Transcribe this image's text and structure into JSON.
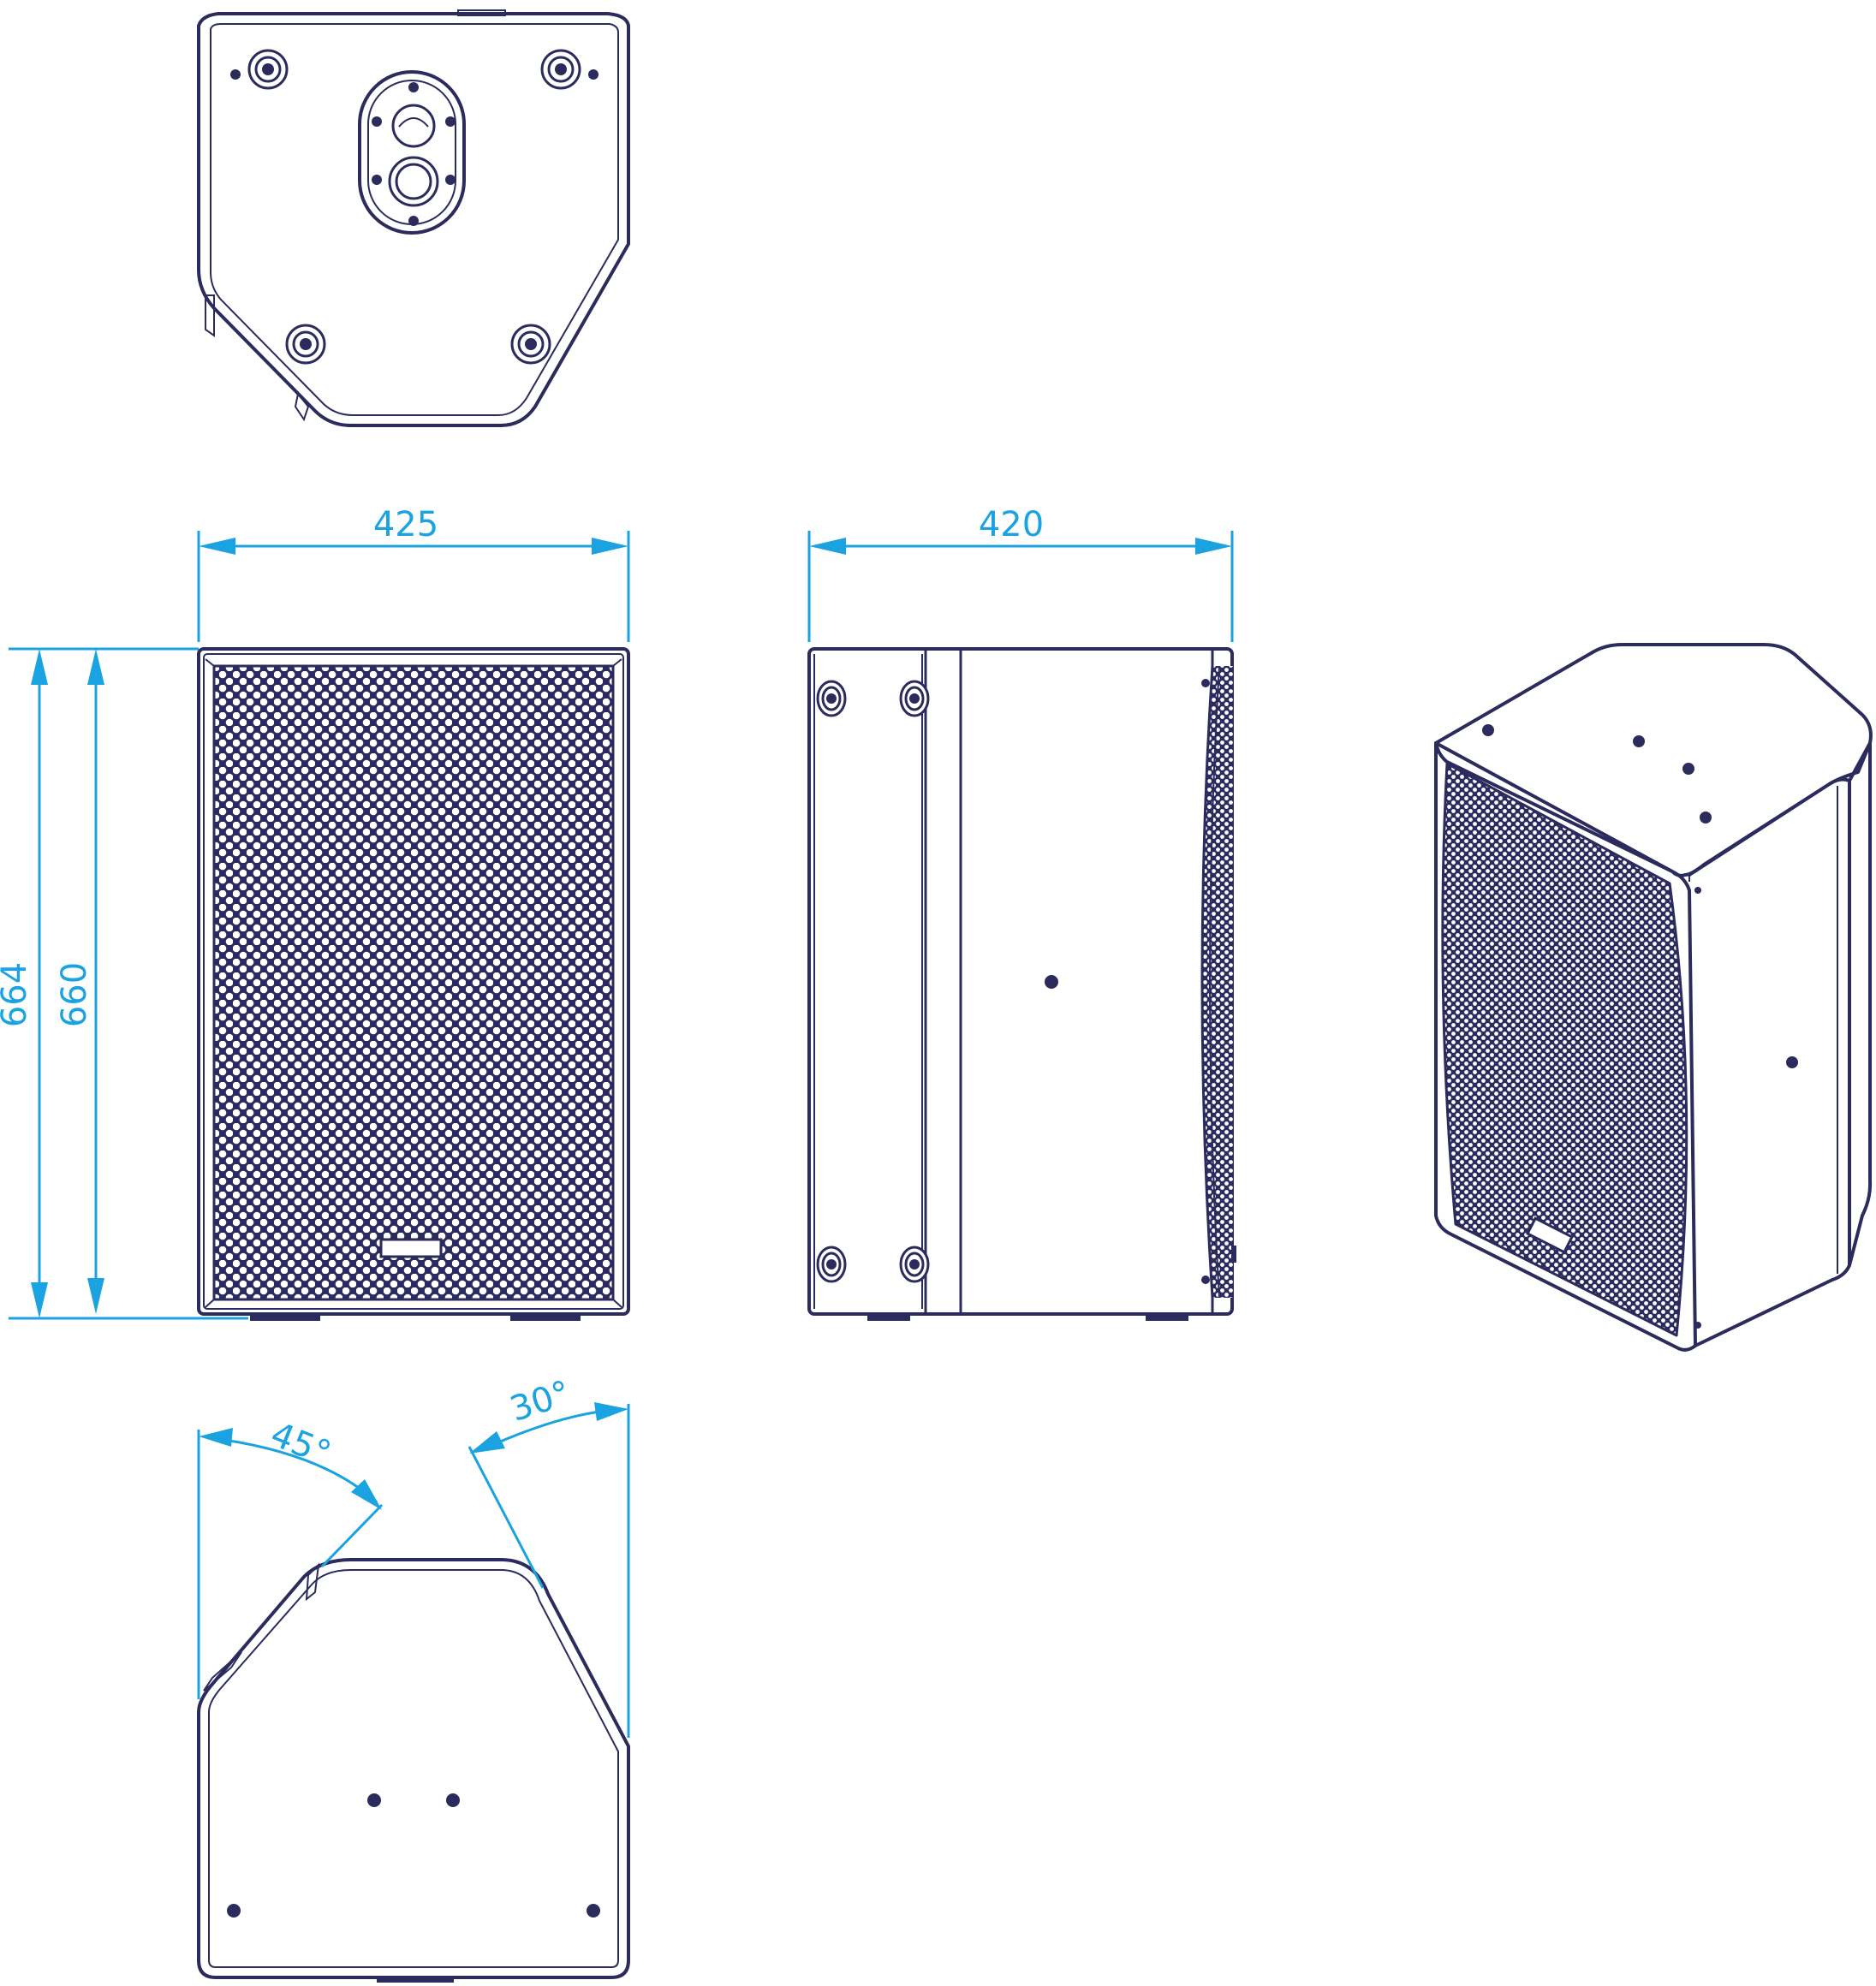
{
  "dimensions": {
    "front_width": "425",
    "side_depth": "420",
    "overall_height": "664",
    "front_height": "660",
    "angle_left": "45°",
    "angle_right": "30°"
  },
  "colors": {
    "line": "#2b2b5e",
    "dimension": "#1aa3e0",
    "background": "#ffffff"
  }
}
